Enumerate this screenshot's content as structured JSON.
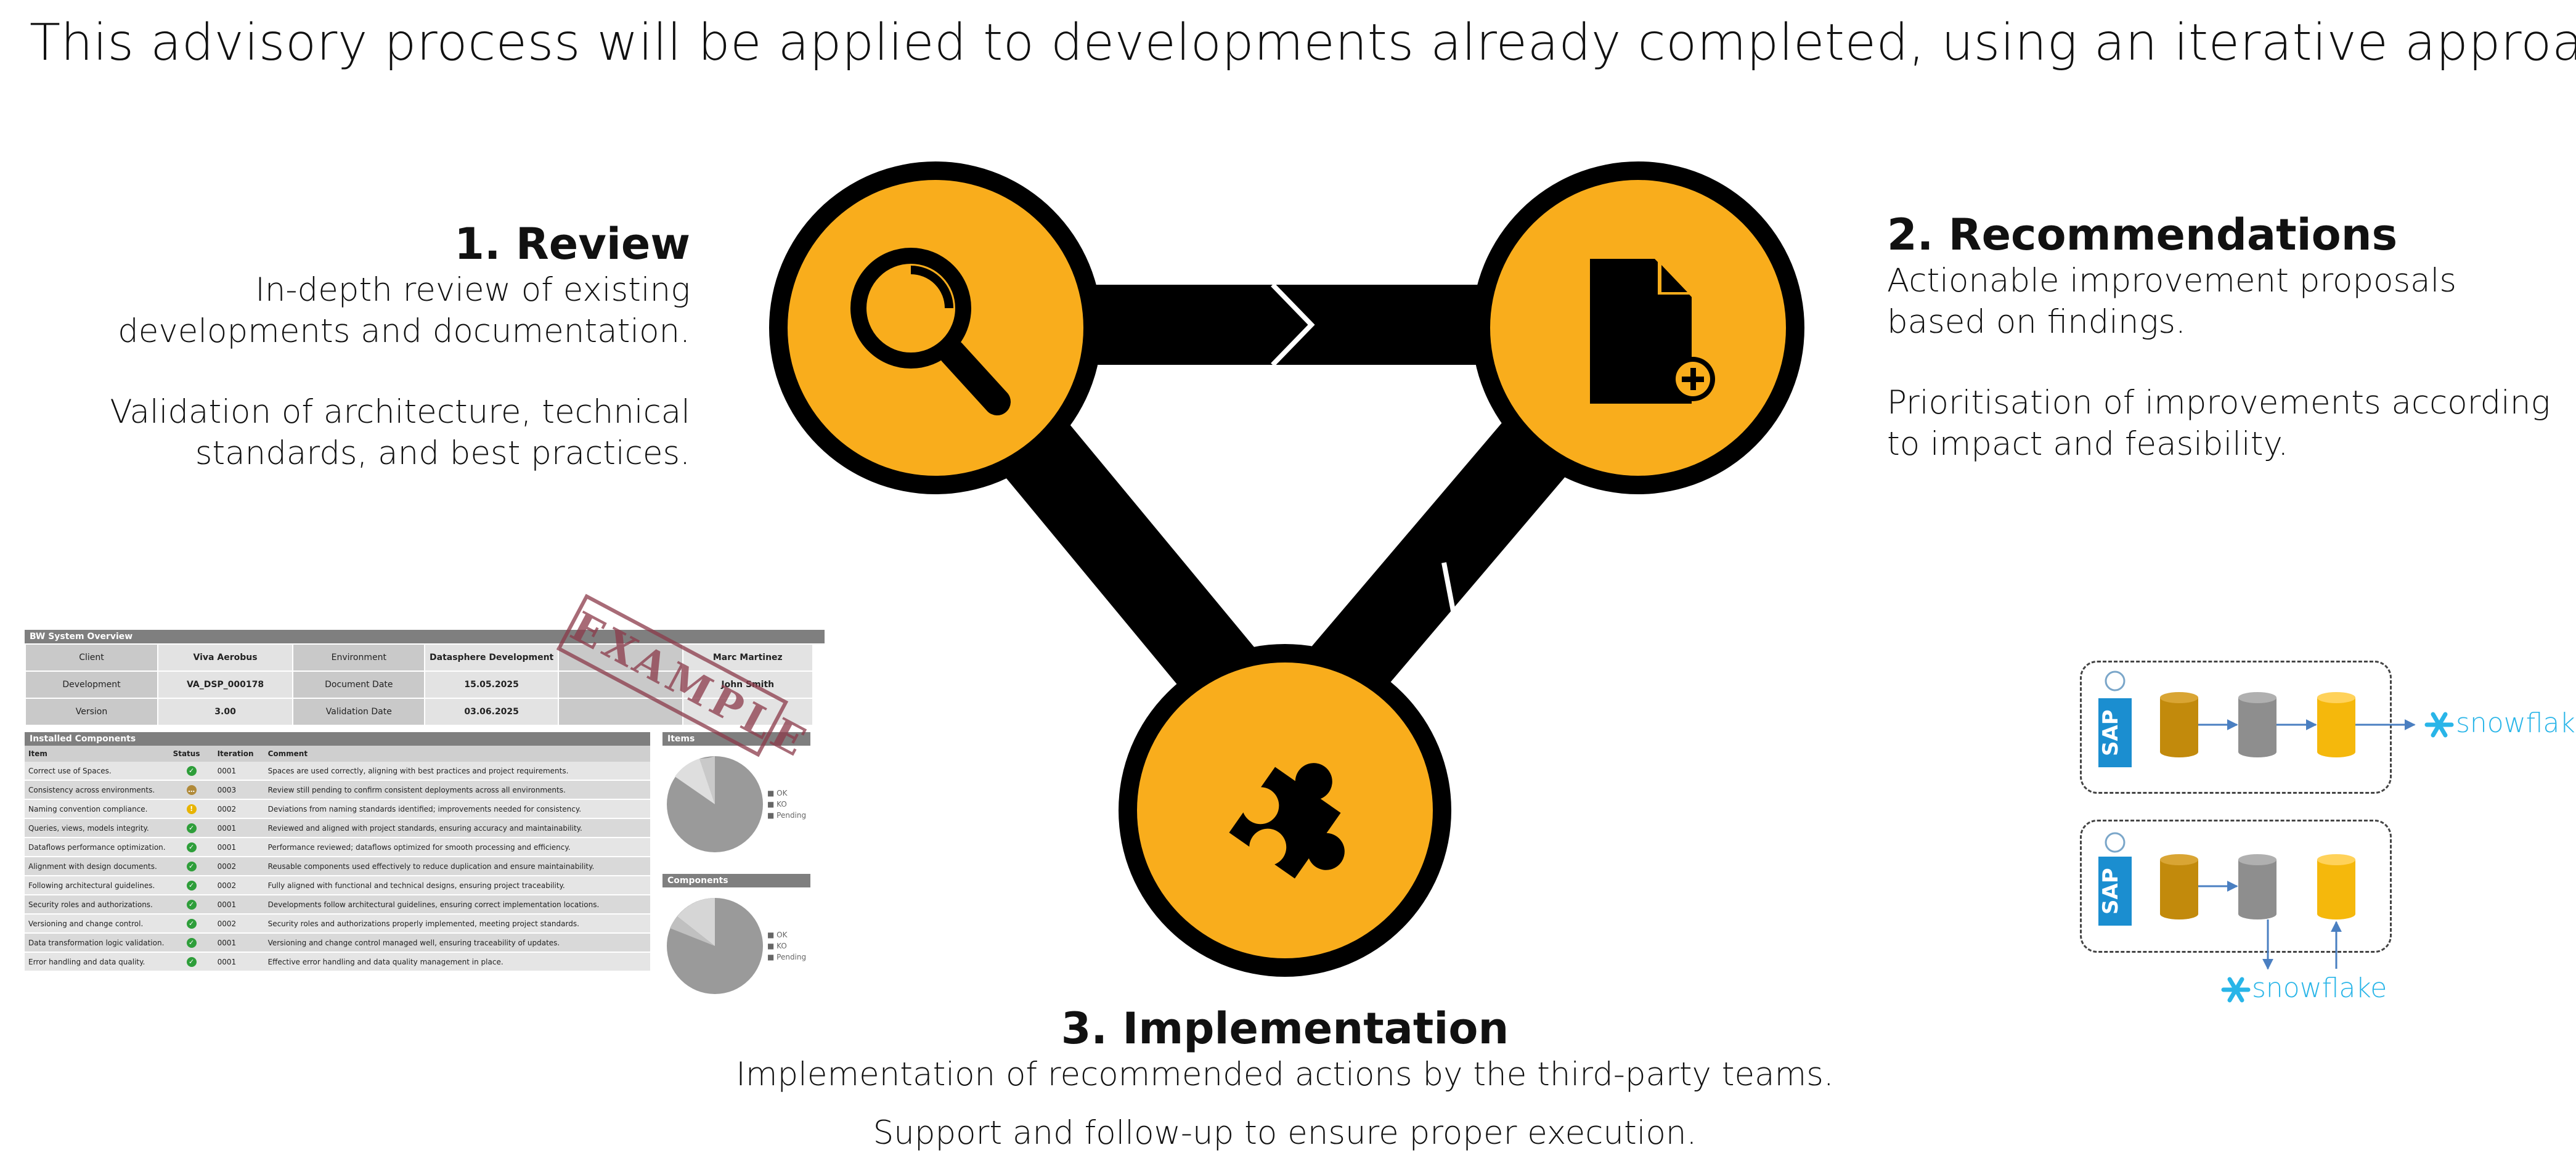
{
  "title": "This advisory process will be applied to developments already completed, using an iterative approach:",
  "colors": {
    "accent": "#f9ad1c",
    "ring": "#000000",
    "snowflake": "#29b5e8",
    "sap": "#1b8ed0",
    "stamp": "#8b3a4a"
  },
  "steps": {
    "review": {
      "heading": "1. Review",
      "p1": "In-depth review of existing developments and documentation.",
      "p2": "Validation of architecture, technical standards, and best practices.",
      "icon": "magnifier-icon"
    },
    "recommendations": {
      "heading": "2. Recommendations",
      "p1": "Actionable improvement proposals based on findings.",
      "p2": "Prioritisation of improvements according to impact and feasibility.",
      "icon": "document-plus-icon"
    },
    "implementation": {
      "heading": "3. Implementation",
      "p1": "Implementation of recommended actions by the third-party teams.",
      "p2": "Support and follow-up to ensure proper execution.",
      "icon": "puzzle-piece-icon"
    }
  },
  "example": {
    "overview_title": "BW System Overview",
    "info": [
      {
        "k1": "Client",
        "v1": "Viva Aerobus",
        "k2": "Environment",
        "v2": "Datasphere Development",
        "k3": "",
        "v3": "Marc Martinez"
      },
      {
        "k1": "Development",
        "v1": "VA_DSP_000178",
        "k2": "Document Date",
        "v2": "15.05.2025",
        "k3": "",
        "v3": "John Smith"
      },
      {
        "k1": "Version",
        "v1": "3.00",
        "k2": "Validation Date",
        "v2": "03.06.2025",
        "k3": "",
        "v3": ""
      }
    ],
    "components_title": "Installed Components",
    "columns": [
      "Item",
      "Status",
      "Iteration",
      "Comment"
    ],
    "rows": [
      {
        "item": "Correct use of Spaces.",
        "status": "ok",
        "iteration": "0001",
        "comment": "Spaces are used correctly, aligning with best practices and project requirements."
      },
      {
        "item": "Consistency across environments.",
        "status": "pending",
        "iteration": "0003",
        "comment": "Review still pending to confirm consistent deployments across all environments."
      },
      {
        "item": "Naming convention compliance.",
        "status": "warn",
        "iteration": "0002",
        "comment": "Deviations from naming standards identified; improvements needed for consistency."
      },
      {
        "item": "Queries, views, models integrity.",
        "status": "ok",
        "iteration": "0001",
        "comment": "Reviewed and aligned with project standards, ensuring accuracy and maintainability."
      },
      {
        "item": "Dataflows performance optimization.",
        "status": "ok",
        "iteration": "0001",
        "comment": "Performance reviewed; dataflows optimized for smooth processing and efficiency."
      },
      {
        "item": "Alignment with design documents.",
        "status": "ok",
        "iteration": "0002",
        "comment": "Reusable components used effectively to reduce duplication and ensure maintainability."
      },
      {
        "item": "Following architectural guidelines.",
        "status": "ok",
        "iteration": "0002",
        "comment": "Fully aligned with functional and technical designs, ensuring project traceability."
      },
      {
        "item": "Security roles and authorizations.",
        "status": "ok",
        "iteration": "0001",
        "comment": "Developments follow architectural guidelines, ensuring correct implementation locations."
      },
      {
        "item": "Versioning and change control.",
        "status": "ok",
        "iteration": "0002",
        "comment": "Security roles and authorizations properly implemented, meeting project standards."
      },
      {
        "item": "Data transformation logic validation.",
        "status": "ok",
        "iteration": "0001",
        "comment": "Versioning and change control managed well, ensuring traceability of updates."
      },
      {
        "item": "Error handling and data quality.",
        "status": "ok",
        "iteration": "0001",
        "comment": "Effective error handling and data quality management in place."
      }
    ],
    "items_title": "Items",
    "components_chart_title": "Components",
    "legend": [
      "OK",
      "KO",
      "Pending"
    ],
    "stamp": "EXAMPLE"
  },
  "architecture": {
    "sap_label": "SAP",
    "snowflake_label": "snowflake"
  }
}
